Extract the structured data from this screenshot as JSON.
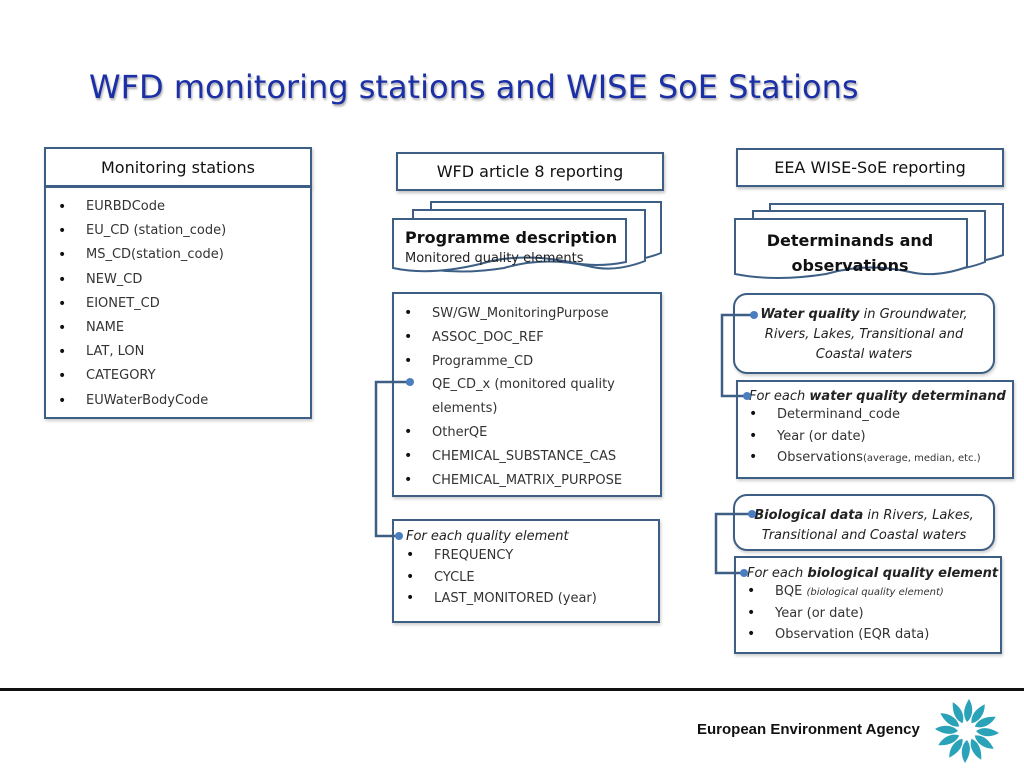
{
  "slide": {
    "title": "WFD monitoring stations and WISE SoE Stations"
  },
  "monitoring_stations": {
    "header": "Monitoring stations",
    "items": [
      "EURBDCode",
      "EU_CD (station_code)",
      "MS_CD(station_code)",
      "NEW_CD",
      "EIONET_CD",
      "NAME",
      "LAT, LON",
      "CATEGORY",
      "EUWaterBodyCode"
    ]
  },
  "wfd": {
    "header": "WFD article 8 reporting",
    "doc_title": "Programme description",
    "doc_subtitle": "Monitored quality elements",
    "items": [
      "SW/GW_MonitoringPurpose",
      "ASSOC_DOC_REF",
      "Programme_CD",
      "QE_CD_x  (monitored quality elements)",
      "OtherQE",
      "CHEMICAL_SUBSTANCE_CAS",
      "CHEMICAL_MATRIX_PURPOSE"
    ],
    "each_label": "For each quality element",
    "each_items": [
      "FREQUENCY",
      "CYCLE",
      "LAST_MONITORED (year)"
    ]
  },
  "soe": {
    "header": "EEA WISE-SoE reporting",
    "doc_title": "Determinands and observations",
    "water_quality": {
      "bold": "Water quality",
      "rest": " in Groundwater, Rivers, Lakes, Transitional and Coastal waters"
    },
    "wq_each": {
      "prefix": "For each ",
      "bold": "water quality determinand",
      "item1": "Determinand_code",
      "item2": "Year (or date)",
      "item3_main": "Observations",
      "item3_small": "(average, median, etc.)"
    },
    "biological": {
      "bold": "Biological data",
      "rest": " in Rivers, Lakes, Transitional and Coastal waters"
    },
    "bio_each": {
      "prefix": "For each ",
      "bold": "biological quality element",
      "item1_main": "BQE ",
      "item1_small": "(biological quality element)",
      "item2": "Year (or date)",
      "item3": "Observation (EQR data)"
    }
  },
  "footer": {
    "agency": "European Environment Agency"
  },
  "colors": {
    "title": "#1b2fa6",
    "box_border": "#3d5f86",
    "connector": "#3d5f86",
    "connector_dot": "#4a7ec0",
    "logo": "#2aa3b8"
  }
}
